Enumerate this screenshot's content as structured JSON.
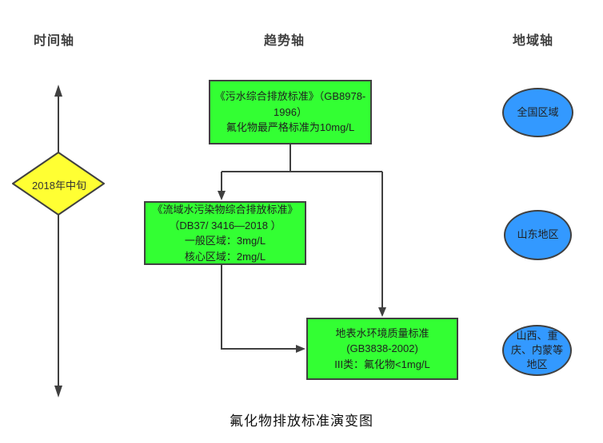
{
  "colors": {
    "box_green": "#33FF33",
    "diamond_yellow": "#FFFF33",
    "ellipse_blue": "#3399FF",
    "line": "#404040",
    "text": "#1F1F1F",
    "header_text": "#3F3F3F"
  },
  "axes": {
    "time": "时间轴",
    "trend": "趋势轴",
    "region": "地域轴"
  },
  "timeline": {
    "diamond_label": "2018年中旬"
  },
  "flowchart": {
    "boxes": [
      {
        "id": "sewage-standard",
        "lines": [
          "《污水综合排放标准》（GB8978-",
          "1996）",
          "氟化物最严格标准为10mg/L"
        ]
      },
      {
        "id": "basin-standard",
        "lines": [
          "《流域水污染物综合排放标准》",
          "（DB37/ 3416—2018 ）",
          "一般区域：3mg/L",
          "核心区域：2mg/L"
        ]
      },
      {
        "id": "surface-water-standard",
        "lines": [
          "地表水环境质量标准",
          "(GB3838-2002)",
          "III类：氟化物<1mg/L"
        ]
      }
    ]
  },
  "regions": [
    {
      "label": "全国区域"
    },
    {
      "label": "山东地区"
    },
    {
      "label": "山西、重庆、内蒙等地区"
    }
  ],
  "caption": "氟化物排放标准演变图"
}
